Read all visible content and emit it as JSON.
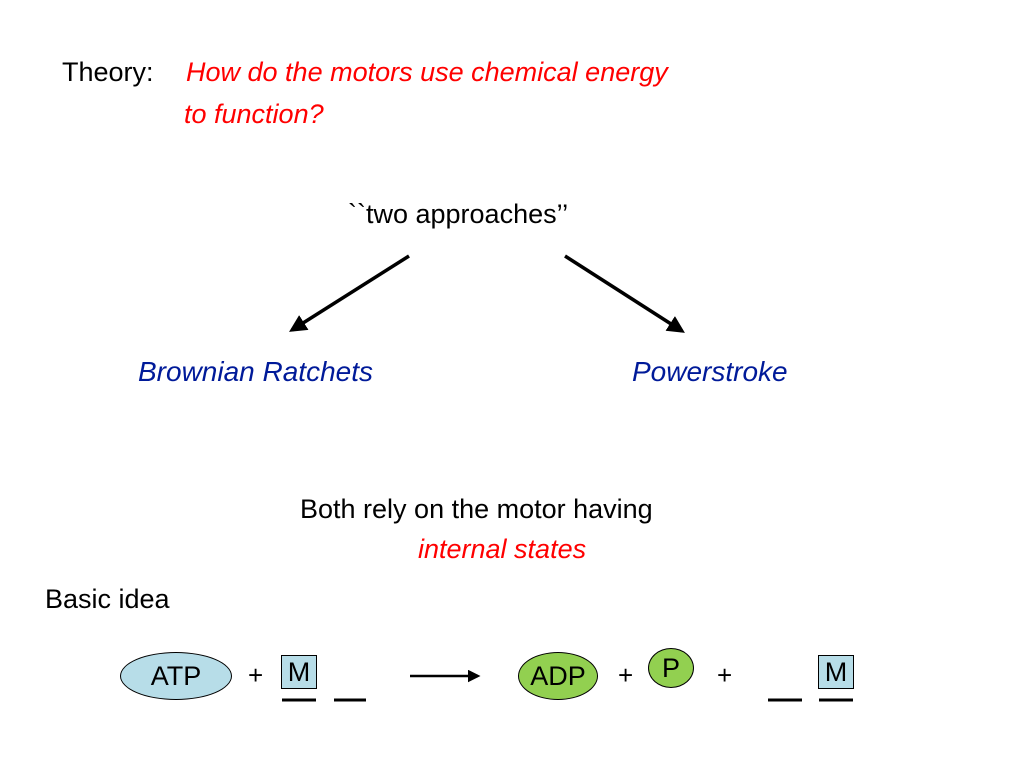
{
  "title": {
    "label": "Theory:",
    "question_line1": "How do the motors use chemical energy",
    "question_line2": "to function?"
  },
  "approaches": {
    "heading": "``two approaches’’",
    "left": "Brownian Ratchets",
    "right": "Powerstroke"
  },
  "note": {
    "line1": "Both rely on the motor having",
    "line2": "internal states"
  },
  "basic_idea": {
    "label": "Basic idea",
    "atp": "ATP",
    "plus": "+",
    "motor": "M",
    "adp": "ADP",
    "phosphate": "P"
  },
  "colors": {
    "question": "#ff0000",
    "approach": "#001a99",
    "light_blue": "#b7dde8",
    "green": "#92d050"
  }
}
